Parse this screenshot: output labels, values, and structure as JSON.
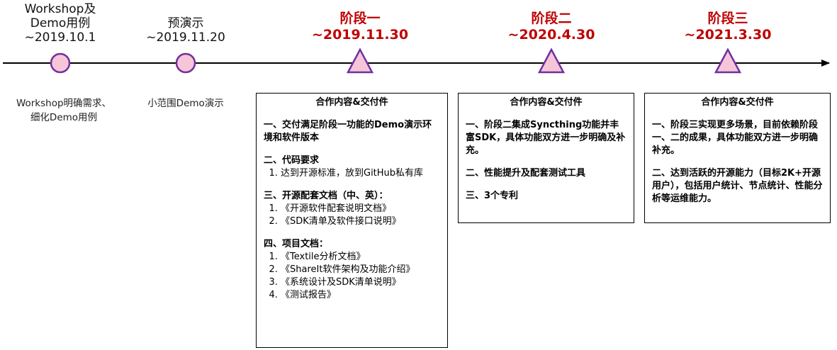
{
  "milestones": [
    {
      "label_lines": [
        "Workshop及",
        "Demo用例",
        "~2019.10.1"
      ],
      "sub_lines": [
        "Workshop明确需求、",
        "细化Demo用例"
      ]
    },
    {
      "label_lines": [
        "预演示",
        "~2019.11.20"
      ],
      "sub_lines": [
        "小范围Demo演示"
      ]
    }
  ],
  "phases": [
    {
      "name": "阶段一",
      "date": "~2019.11.30",
      "box": {
        "title": "合作内容&交付件",
        "sections": [
          {
            "heading": "一、交付满足阶段一功能的Demo演示环境和软件版本",
            "items": []
          },
          {
            "heading": "二、代码要求",
            "items": [
              "达到开源标准，放到GitHub私有库"
            ]
          },
          {
            "heading": "三、开源配套文档（中、英）：",
            "items": [
              "《开源软件配套说明文档》",
              "《SDK清单及软件接口说明》"
            ]
          },
          {
            "heading": "四、项目文档：",
            "items": [
              "《Textile分析文档》",
              "《ShareIt软件架构及功能介绍》",
              "《系统设计及SDK清单说明》",
              "《测试报告》"
            ]
          }
        ]
      }
    },
    {
      "name": "阶段二",
      "date": "~2020.4.30",
      "box": {
        "title": "合作内容&交付件",
        "sections": [
          {
            "heading": "一、阶段二集成Syncthing功能并丰富SDK，具体功能双方进一步明确及补充。",
            "items": []
          },
          {
            "heading": "二、性能提升及配套测试工具",
            "items": []
          },
          {
            "heading": "三、3个专利",
            "items": []
          }
        ]
      }
    },
    {
      "name": "阶段三",
      "date": "~2021.3.30",
      "box": {
        "title": "合作内容&交付件",
        "sections": [
          {
            "heading": "一、阶段三实现更多场景，目前依赖阶段一、二的成果，具体功能双方进一步明确补充。",
            "items": []
          },
          {
            "heading": "二、达到活跃的开源能力（目标2K+开源用户），包括用户统计、节点统计、性能分析等运维能力。",
            "items": []
          }
        ]
      }
    }
  ],
  "colors": {
    "phase_text": "#c00000",
    "marker_fill": "#f6c6d8",
    "marker_stroke": "#7030a0",
    "timeline": "#000000"
  }
}
